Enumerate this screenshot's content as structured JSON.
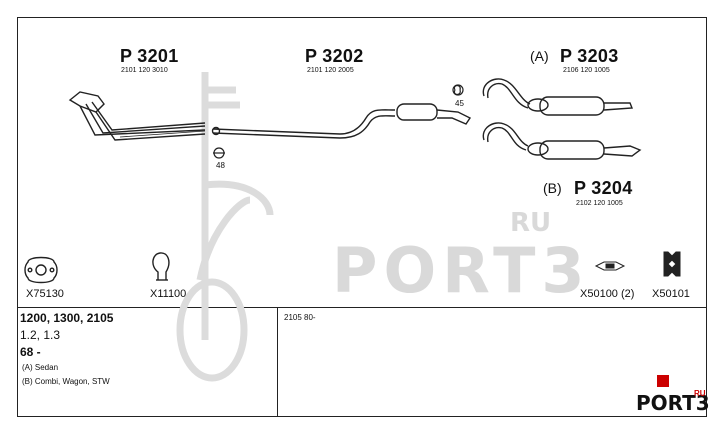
{
  "parts": {
    "p3201": {
      "title": "P 3201",
      "ref": "2101 120 3010"
    },
    "p3202": {
      "title": "P 3202",
      "ref": "2101 120 2005"
    },
    "p3203": {
      "variant": "(A)",
      "title": "P 3203",
      "ref": "2106 120 1005"
    },
    "p3204": {
      "variant": "(B)",
      "title": "P 3204",
      "ref": "2102 120 1005"
    }
  },
  "callouts": {
    "c45": "45",
    "c48": "48"
  },
  "accessories": [
    {
      "code": "X75130",
      "icon": "gasket-icon"
    },
    {
      "code": "X11100",
      "icon": "clamp-icon"
    },
    {
      "code": "X50100 (2)",
      "icon": "rubber-hanger-icon"
    },
    {
      "code": "X50101",
      "icon": "mounting-rubber-icon"
    }
  ],
  "info": {
    "engines": "1200, 1300, 2105",
    "displacement": "1.2, 1.3",
    "year": "68 -",
    "body_a": "(A) Sedan",
    "body_b": "(B) Combi, Wagon, STW",
    "model_years": "2105 80-"
  },
  "watermark": {
    "text": "PORT3",
    "suffix": "RU"
  },
  "logo": {
    "text": "PORT3",
    "suffix": "RU"
  }
}
